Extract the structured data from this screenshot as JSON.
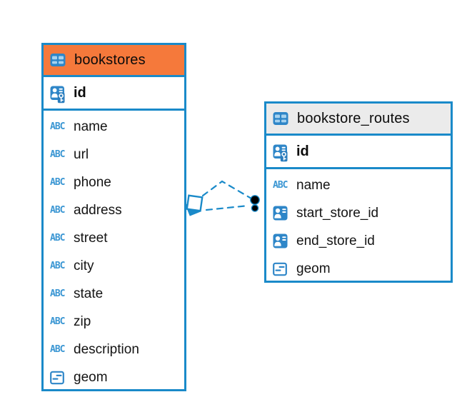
{
  "colors": {
    "canvas_bg": "#ffffff",
    "table_border_blue": "#1a8ac9",
    "bookstores_header_bg": "#f5793b",
    "routes_header_bg": "#ebebeb",
    "icon_blue": "#2e86c8",
    "icon_cell_light_blue": "#a6d2ef",
    "text_type_blue": "#3a96d3",
    "relationship_line_blue": "#1a8ac9",
    "row_text": "#141414"
  },
  "icons": {
    "text_type_label": "ABC"
  },
  "tables": [
    {
      "title": "bookstores",
      "primary_key": "id",
      "columns": [
        {
          "label": "name",
          "type": "text"
        },
        {
          "label": "url",
          "type": "text"
        },
        {
          "label": "phone",
          "type": "text"
        },
        {
          "label": "address",
          "type": "text"
        },
        {
          "label": "street",
          "type": "text"
        },
        {
          "label": "city",
          "type": "text"
        },
        {
          "label": "state",
          "type": "text"
        },
        {
          "label": "zip",
          "type": "text"
        },
        {
          "label": "description",
          "type": "text"
        },
        {
          "label": "geom",
          "type": "geometry"
        }
      ]
    },
    {
      "title": "bookstore_routes",
      "primary_key": "id",
      "columns": [
        {
          "label": "name",
          "type": "text"
        },
        {
          "label": "start_store_id",
          "type": "reference"
        },
        {
          "label": "end_store_id",
          "type": "reference"
        },
        {
          "label": "geom",
          "type": "geometry"
        }
      ]
    }
  ],
  "relationship": {
    "from_table": "bookstores",
    "to_table": "bookstore_routes",
    "line_style": "dashed",
    "source_marker": "stacked-squares",
    "target_marker": "stacked-black-dots"
  }
}
